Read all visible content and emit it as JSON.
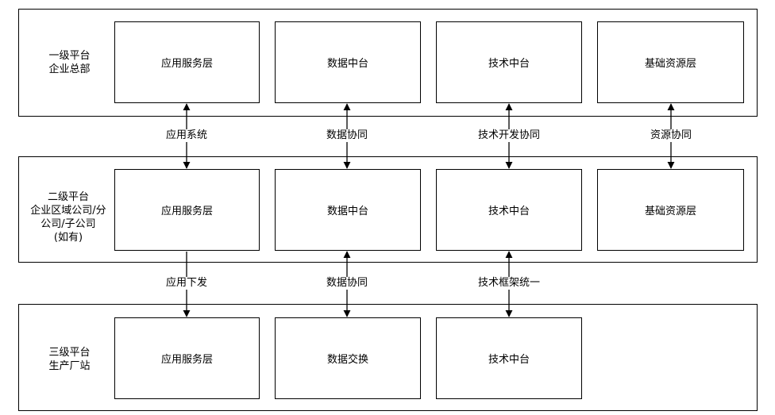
{
  "tiers": [
    {
      "label_lines": [
        "一级平台",
        "企业总部"
      ],
      "boxes": [
        "应用服务层",
        "数据中台",
        "技术中台",
        "基础资源层"
      ]
    },
    {
      "label_lines": [
        "二级平台",
        "企业区域公司/分",
        "公司/子公司",
        "(如有)"
      ],
      "boxes": [
        "应用服务层",
        "数据中台",
        "技术中台",
        "基础资源层"
      ]
    },
    {
      "label_lines": [
        "三级平台",
        "生产厂站"
      ],
      "boxes": [
        "应用服务层",
        "数据交换",
        "技术中台"
      ]
    }
  ],
  "connectors_top": [
    "应用系统",
    "数据协同",
    "技术开发协同",
    "资源协同"
  ],
  "connectors_bottom": [
    "应用下发",
    "数据协同",
    "技术框架统一"
  ]
}
